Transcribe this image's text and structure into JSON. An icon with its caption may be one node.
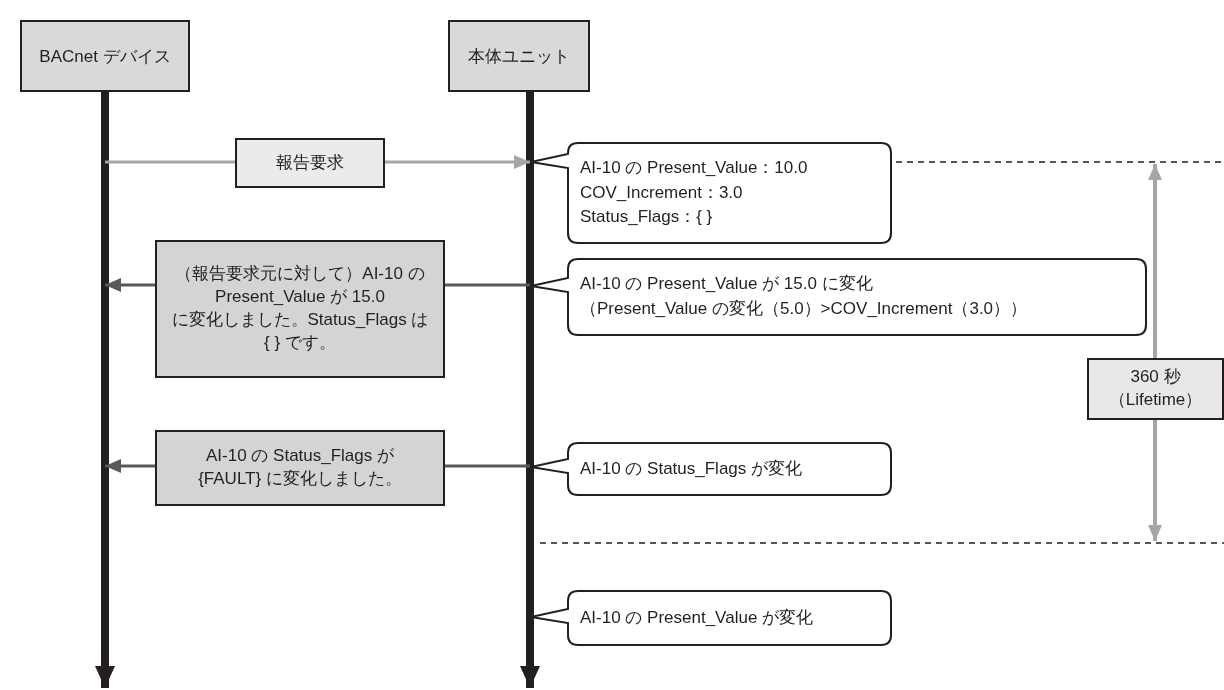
{
  "diagram": {
    "nodes": [
      {
        "text": [
          "BACnet デバイス"
        ]
      },
      {
        "text": [
          "本体ユニット"
        ]
      },
      {
        "text": [
          "報告要求"
        ]
      },
      {
        "text": [
          "AI-10 の Present_Value：10.0",
          "COV_Increment：3.0",
          "Status_Flags：{ }"
        ]
      },
      {
        "text": [
          "（報告要求元に対して）AI-10 の Present_Value が 15.0 に変化しました。Status_Flags は { } です。"
        ]
      },
      {
        "text": [
          "AI-10 の Present_Value が 15.0 に変化",
          "（Present_Value の変化（5.0）>COV_Increment（3.0））"
        ]
      },
      {
        "text": [
          "360 秒（Lifetime）"
        ]
      },
      {
        "text": [
          "AI-10 の Status_Flags が {FAULT} に変化しました。"
        ]
      },
      {
        "text": [
          "AI-10 の Status_Flags が変化"
        ]
      },
      {
        "text": [
          "AI-10 の Present_Value が変化"
        ]
      }
    ],
    "edges": [
      {
        "from": 0,
        "to": null,
        "arrow": "to",
        "style": "thick",
        "color": "#231f20"
      },
      {
        "from": 1,
        "to": null,
        "arrow": "to",
        "style": "thick",
        "color": "#231f20"
      },
      {
        "from": null,
        "to": 2,
        "arrow": "none",
        "color": "#a6a6a6"
      },
      {
        "from": 2,
        "to": 3,
        "arrow": "to",
        "color": "#a6a6a6"
      },
      {
        "from": 4,
        "to": null,
        "arrow": "to",
        "color": "#595959"
      },
      {
        "from": 5,
        "to": 4,
        "arrow": "none",
        "color": "#595959"
      },
      {
        "from": 7,
        "to": null,
        "arrow": "to",
        "color": "#595959"
      },
      {
        "from": 8,
        "to": 7,
        "arrow": "none",
        "color": "#595959"
      }
    ]
  }
}
